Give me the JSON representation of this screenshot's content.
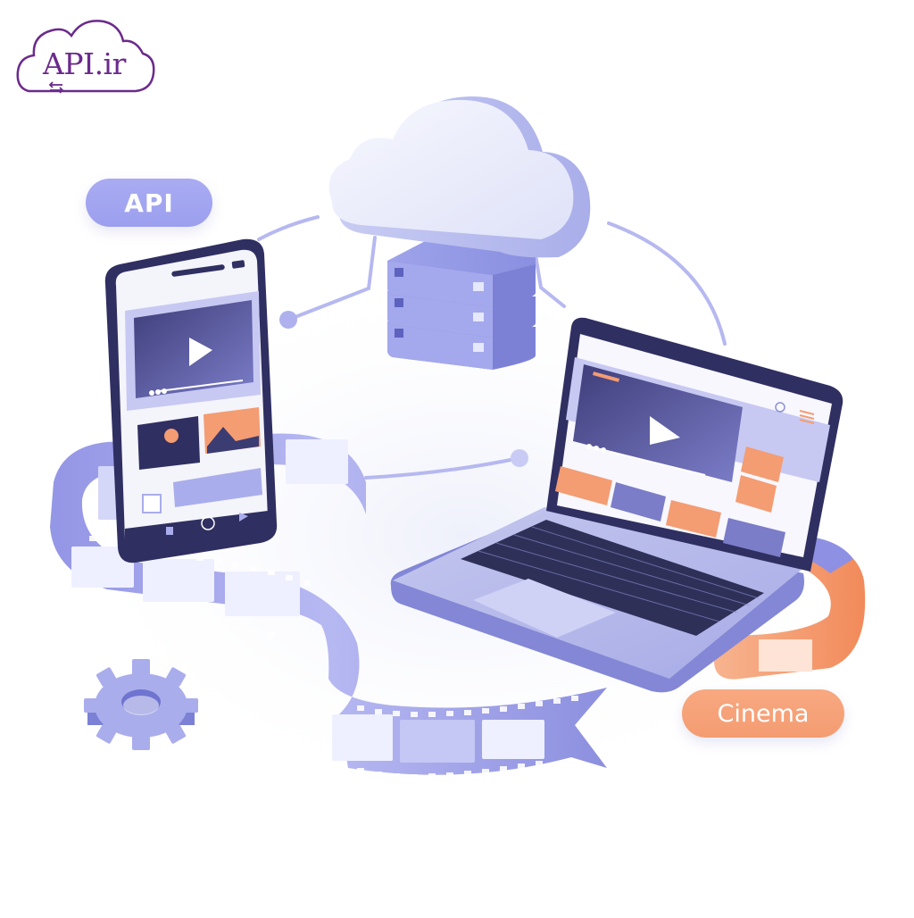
{
  "logo": {
    "text": "API.ir",
    "icon": "cloud-exchange-icon",
    "color": "#6b2a8c"
  },
  "labels": {
    "api": "API",
    "cinema": "Cinema"
  },
  "colors": {
    "lavender": "#a9abf2",
    "periwinkle": "#7b80d8",
    "navy": "#2e2f5e",
    "orange": "#f49c72",
    "cloud": "#eef0fb"
  },
  "illustration": {
    "elements": [
      "cloud",
      "server-stack",
      "smartphone",
      "laptop",
      "film-strip",
      "gear",
      "connector-lines"
    ]
  }
}
